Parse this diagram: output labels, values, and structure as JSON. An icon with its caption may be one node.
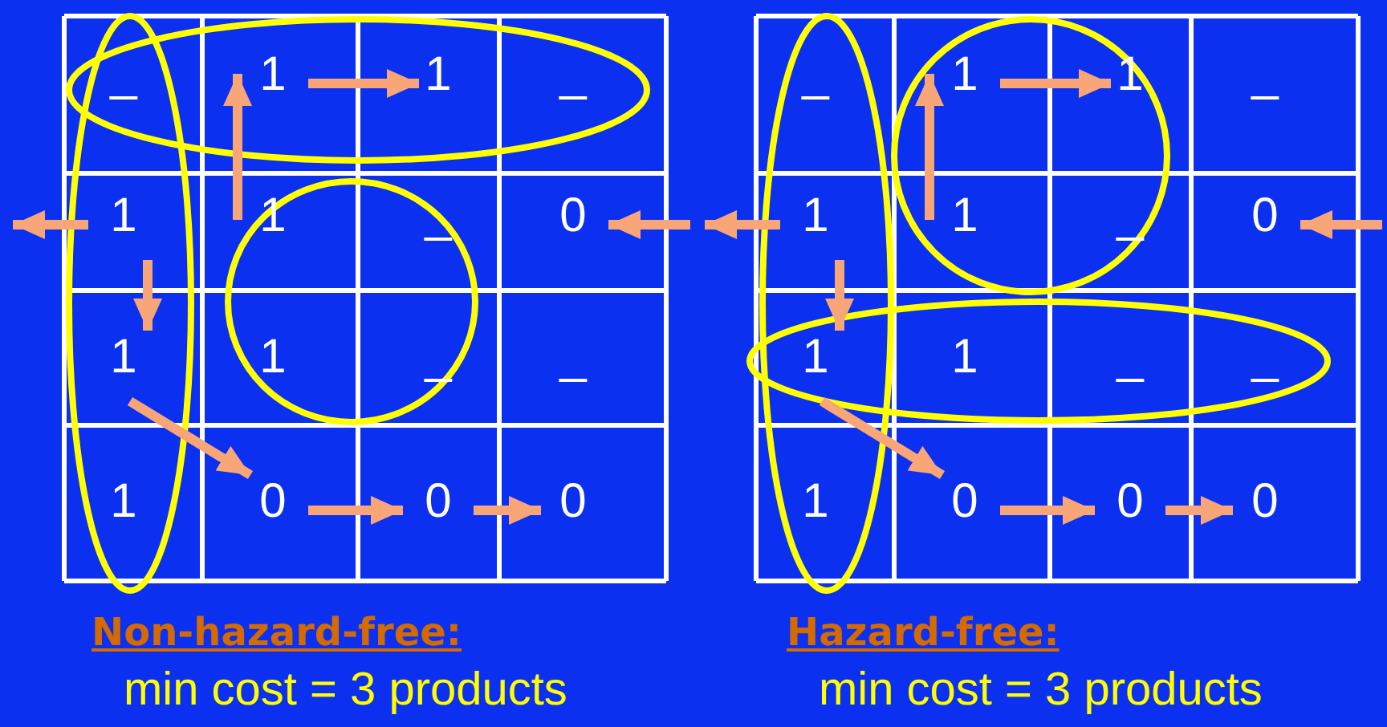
{
  "diagram": {
    "nodes": [
      {
        "text": [
          "_"
        ]
      },
      {
        "text": [
          "1"
        ]
      },
      {
        "text": [
          "1"
        ]
      },
      {
        "text": [
          "_"
        ]
      },
      {
        "text": [
          "1"
        ]
      },
      {
        "text": [
          "1"
        ]
      },
      {
        "text": [
          "_"
        ]
      },
      {
        "text": [
          "0"
        ]
      },
      {
        "text": [
          "1"
        ]
      },
      {
        "text": [
          "1"
        ]
      },
      {
        "text": [
          "_"
        ]
      },
      {
        "text": [
          "_"
        ]
      },
      {
        "text": [
          "1"
        ]
      },
      {
        "text": [
          "0"
        ]
      },
      {
        "text": [
          "0"
        ]
      },
      {
        "text": [
          "0"
        ]
      },
      {
        "text": [
          "_"
        ]
      },
      {
        "text": [
          "1"
        ]
      },
      {
        "text": [
          "1"
        ]
      },
      {
        "text": [
          "_"
        ]
      },
      {
        "text": [
          "1"
        ]
      },
      {
        "text": [
          "1"
        ]
      },
      {
        "text": [
          "_"
        ]
      },
      {
        "text": [
          "0"
        ]
      },
      {
        "text": [
          "1"
        ]
      },
      {
        "text": [
          "1"
        ]
      },
      {
        "text": [
          "_"
        ]
      },
      {
        "text": [
          "_"
        ]
      },
      {
        "text": [
          "1"
        ]
      },
      {
        "text": [
          "0"
        ]
      },
      {
        "text": [
          "0"
        ]
      },
      {
        "text": [
          "0"
        ]
      }
    ],
    "edges": [
      {
        "from": 5,
        "to": 1,
        "arrow": "to"
      },
      {
        "from": 1,
        "to": 2,
        "arrow": "to"
      },
      {
        "from": 4,
        "to": null,
        "arrow": "to"
      },
      {
        "from": null,
        "to": 7,
        "arrow": "to"
      },
      {
        "from": 4,
        "to": 8,
        "arrow": "to"
      },
      {
        "from": 8,
        "to": 13,
        "arrow": "to"
      },
      {
        "from": 13,
        "to": 14,
        "arrow": "to"
      },
      {
        "from": 14,
        "to": 15,
        "arrow": "to"
      },
      {
        "from": 21,
        "to": 17,
        "arrow": "to"
      },
      {
        "from": 17,
        "to": 18,
        "arrow": "to"
      },
      {
        "from": 20,
        "to": null,
        "arrow": "to"
      },
      {
        "from": null,
        "to": 23,
        "arrow": "to"
      },
      {
        "from": 20,
        "to": 24,
        "arrow": "to"
      },
      {
        "from": 24,
        "to": 29,
        "arrow": "to"
      },
      {
        "from": 29,
        "to": 30,
        "arrow": "to"
      },
      {
        "from": 30,
        "to": 31,
        "arrow": "to"
      }
    ],
    "labels": [
      "Non-hazard-free:",
      "min cost = 3 products",
      "Hazard-free:",
      "min cost = 3 products"
    ]
  }
}
